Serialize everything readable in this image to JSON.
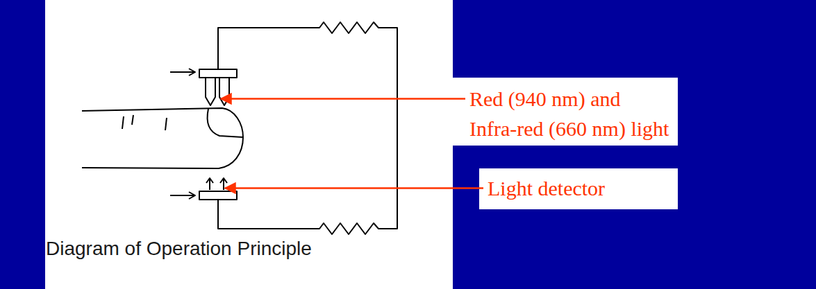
{
  "diagram": {
    "caption": "Diagram of Operation Principle",
    "labels": [
      "Red (940 nm) and Infra-red (660 nm) light",
      "Light detector"
    ]
  }
}
